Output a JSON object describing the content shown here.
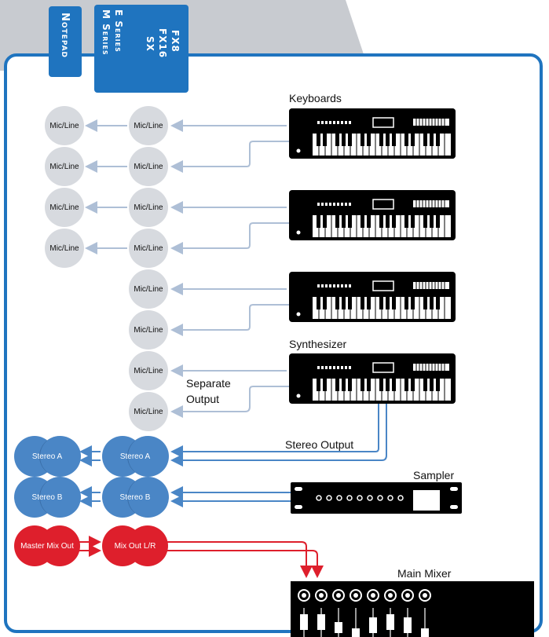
{
  "tabs": {
    "notepad": "Notepad",
    "series": [
      "FX8",
      "FX16",
      "SX",
      "E Series",
      "M Series"
    ]
  },
  "inputs": {
    "mic_line": "Mic/Line",
    "stereo_a": "Stereo A",
    "stereo_b": "Stereo B",
    "master_mix_out": "Master Mix Out",
    "mix_out_lr": "Mix Out L/R"
  },
  "devices": {
    "keyboards": "Keyboards",
    "synthesizer": "Synthesizer",
    "separate_output": "Separate Output",
    "stereo_output": "Stereo Output",
    "sampler": "Sampler",
    "main_mixer": "Main Mixer"
  },
  "colors": {
    "accent_blue": "#1f74bf",
    "input_grey": "#d7dadf",
    "stereo_blue": "#4a86c6",
    "mix_red": "#de1f2c",
    "connector_line": "#aebfd6"
  }
}
